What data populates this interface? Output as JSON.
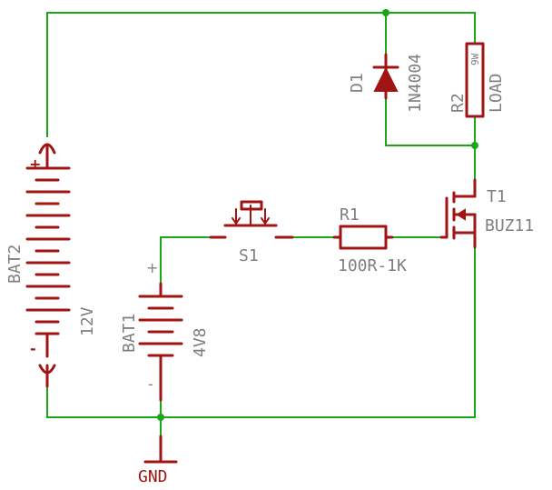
{
  "components": {
    "bat2": {
      "name": "BAT2",
      "value": "12V",
      "plus": "+",
      "minus": "-"
    },
    "bat1": {
      "name": "BAT1",
      "value": "4V8",
      "plus": "+",
      "minus": "-"
    },
    "s1": {
      "name": "S1"
    },
    "r1": {
      "name": "R1",
      "value": "100R-1K"
    },
    "t1": {
      "name": "T1",
      "value": "BUZ11"
    },
    "d1": {
      "name": "D1",
      "value": "1N4004"
    },
    "r2": {
      "name": "R2",
      "value": "LOAD",
      "rating": "9W"
    },
    "gnd": {
      "label": "GND"
    }
  },
  "colors": {
    "wire": "#19a619",
    "symbol": "#a01414",
    "label": "#7f7f7f"
  }
}
